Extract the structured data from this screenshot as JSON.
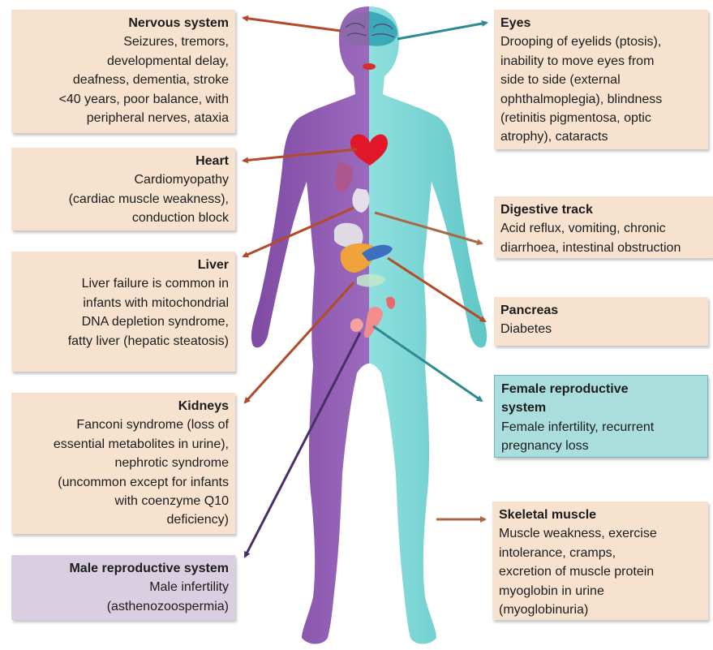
{
  "colors": {
    "peach_box": "#f7e2d0",
    "teal_box": "#a9dedd",
    "lavender_box": "#d9cfe0",
    "body_purple": "#9a66b9",
    "body_teal": "#7fd8d6",
    "arrow_red": "#b34a2a",
    "arrow_brown": "#a86a45",
    "arrow_teal": "#2f8a93",
    "arrow_purple": "#4b2d6b"
  },
  "boxes": {
    "nervous": {
      "title": "Nervous system",
      "lines": [
        "Seizures, tremors,",
        "developmental delay,",
        "deafness, dementia, stroke",
        "<40 years, poor balance, with",
        "peripheral nerves, ataxia"
      ]
    },
    "heart": {
      "title": "Heart",
      "lines": [
        "Cardiomyopathy",
        "(cardiac muscle weakness),",
        "conduction block"
      ]
    },
    "liver": {
      "title": "Liver",
      "lines": [
        "Liver failure is common in",
        "infants with mitochondrial",
        "DNA depletion syndrome,",
        "fatty liver (hepatic steatosis)"
      ]
    },
    "kidneys": {
      "title": "Kidneys",
      "lines": [
        "Fanconi syndrome (loss of",
        "essential metabolites in urine),",
        "nephrotic syndrome",
        "(uncommon except for infants",
        "with coenzyme Q10",
        "deficiency)"
      ]
    },
    "male": {
      "title": "Male reproductive system",
      "lines": [
        "Male infertility",
        "(asthenozoospermia)"
      ]
    },
    "eyes": {
      "title": "Eyes",
      "lines": [
        "Drooping of eyelids (ptosis),",
        "inability to move eyes from",
        "side to side (external",
        "ophthalmoplegia), blindness",
        "(retinitis pigmentosa, optic",
        "atrophy), cataracts"
      ]
    },
    "digestive": {
      "title": "Digestive track",
      "lines": [
        "Acid reflux, vomiting, chronic",
        "diarrhoea, intestinal obstruction"
      ]
    },
    "pancreas": {
      "title": "Pancreas",
      "lines": [
        "Diabetes"
      ]
    },
    "female": {
      "title": "Female reproductive system",
      "lines": [
        "Female infertility, recurrent",
        "pregnancy loss"
      ]
    },
    "muscle": {
      "title": "Skeletal muscle",
      "lines": [
        "Muscle weakness, exercise",
        "intolerance, cramps,",
        "excretion of muscle protein",
        "myoglobin in urine",
        "(myoglobinuria)"
      ]
    }
  }
}
